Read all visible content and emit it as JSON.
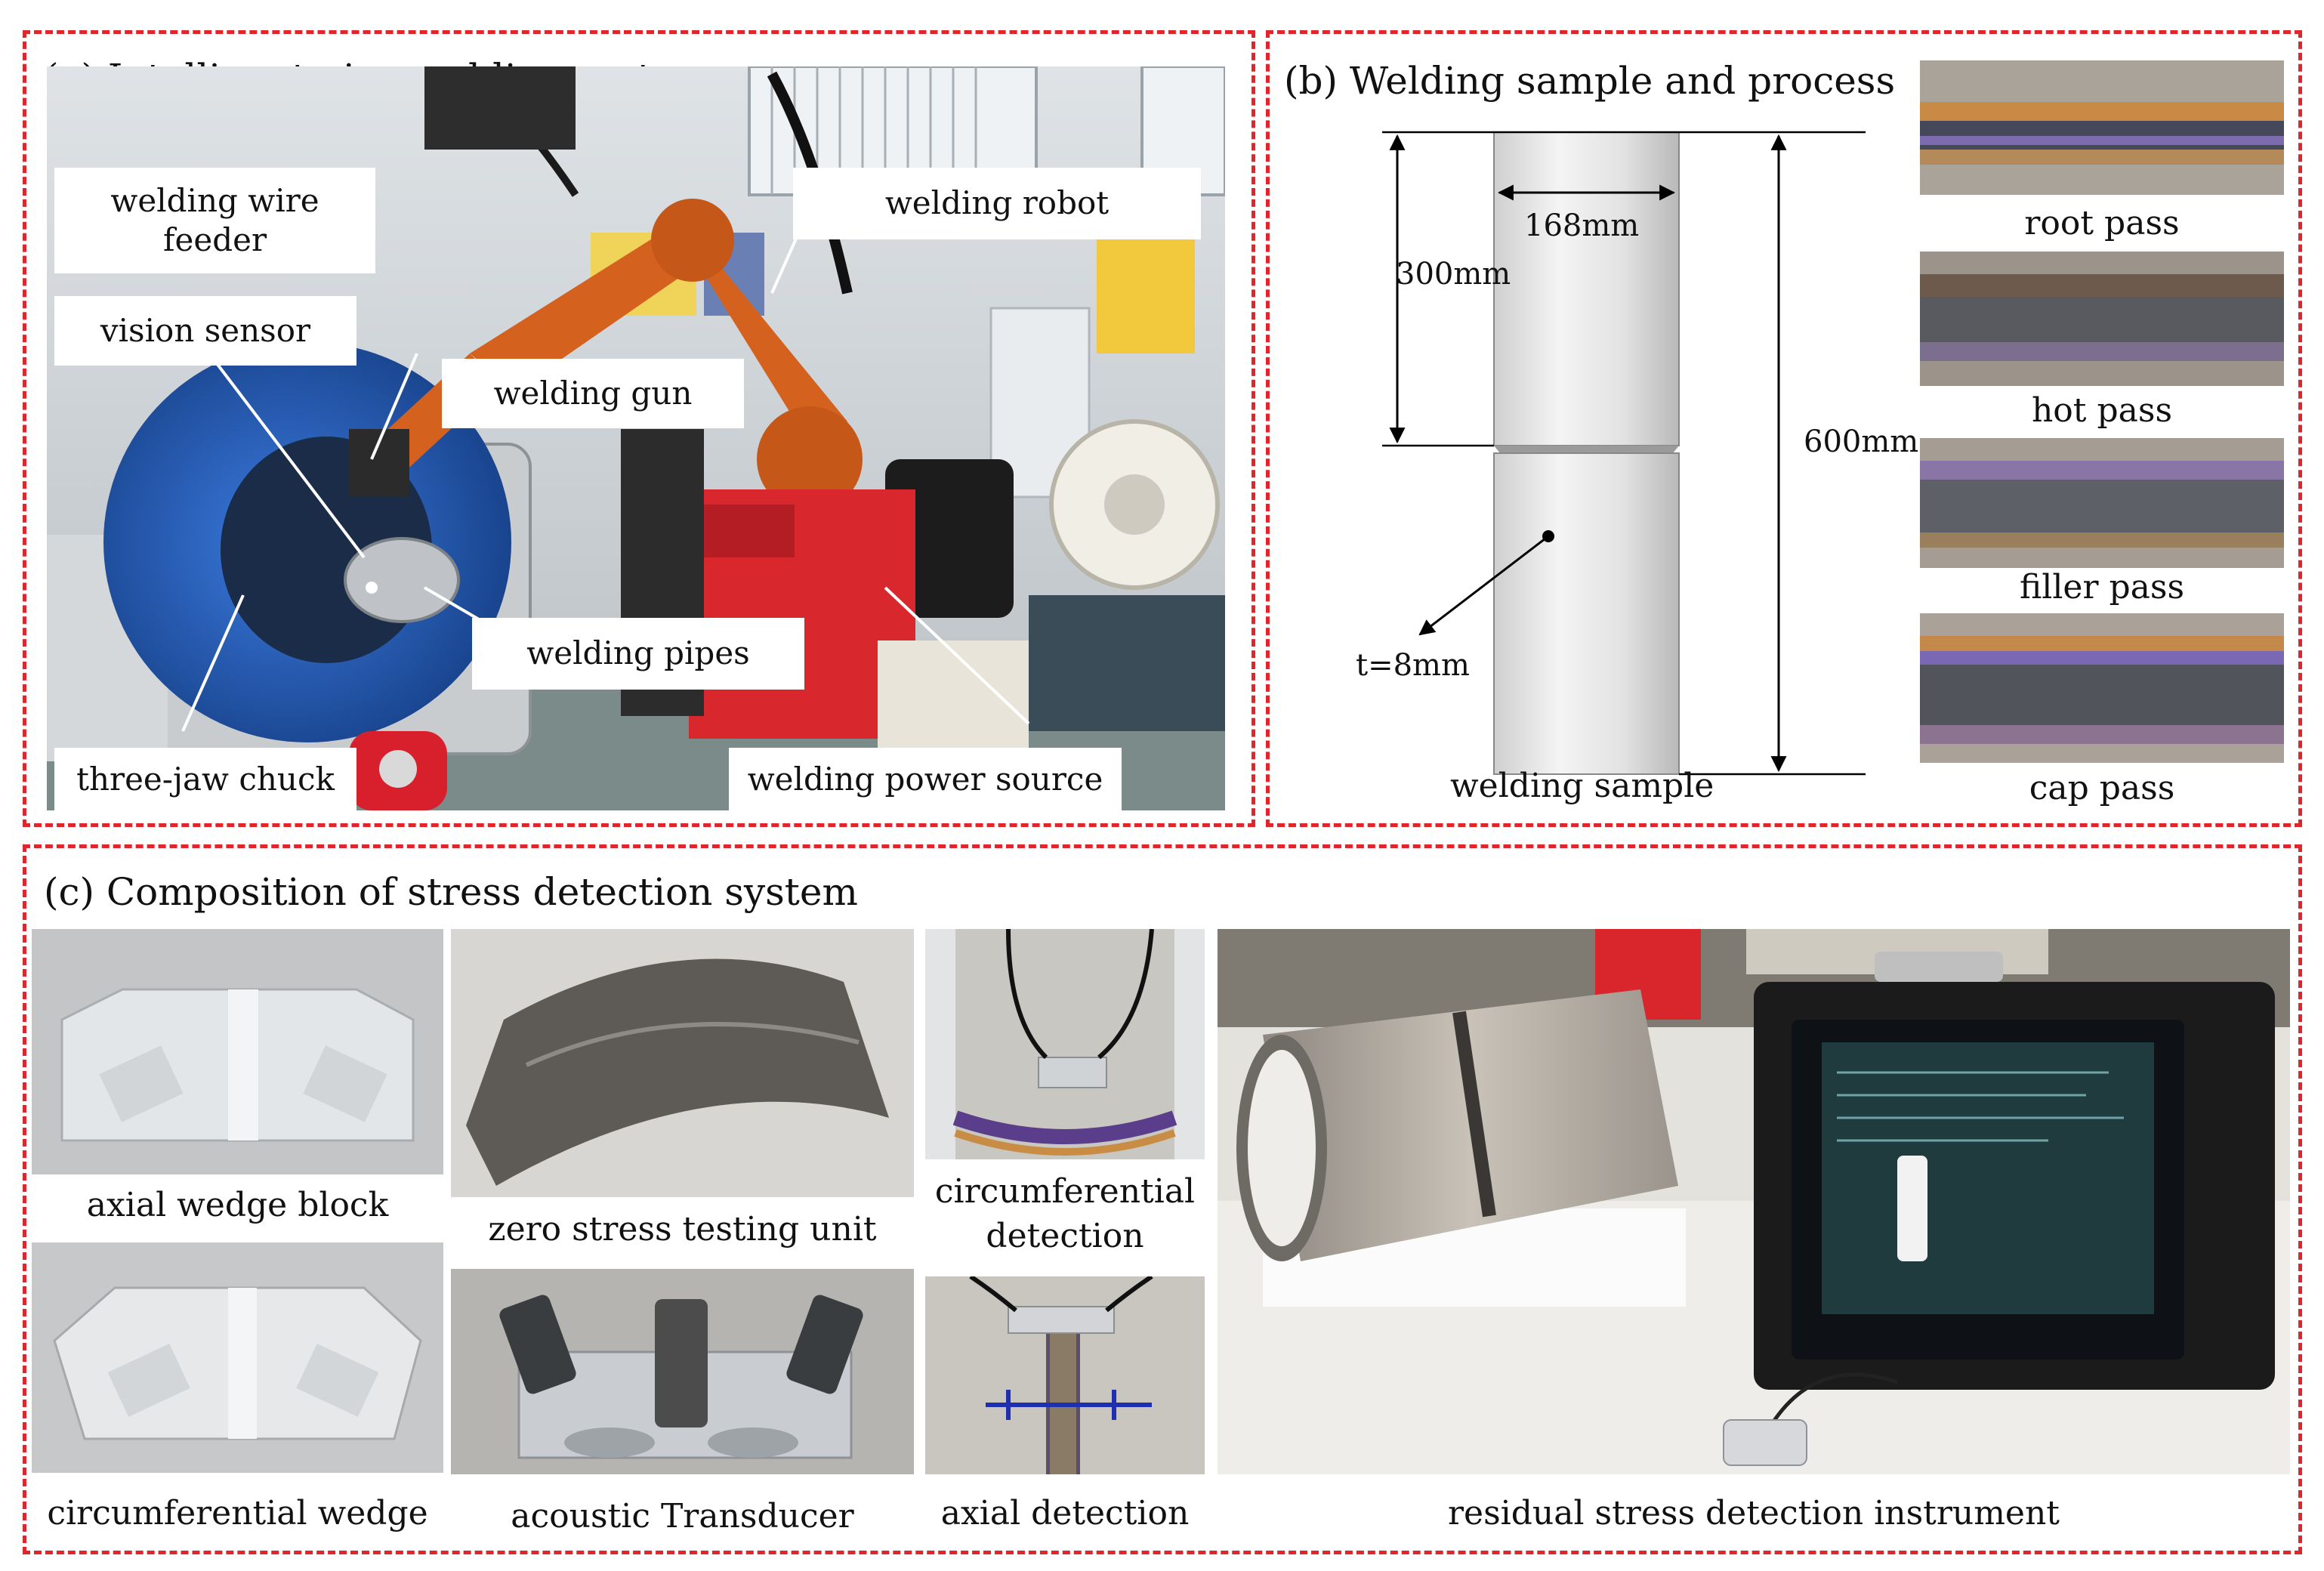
{
  "panel_a": {
    "title": "(a) Intelligent pipe welding system",
    "labels": {
      "wire_feeder": "welding wire feeder",
      "robot": "welding robot",
      "vision_sensor": "vision sensor",
      "gun": "welding gun",
      "pipes": "welding pipes",
      "chuck": "three-jaw chuck",
      "power_source": "welding power source"
    }
  },
  "panel_b": {
    "title": "(b) Welding sample and process",
    "dims": {
      "diameter": "168mm",
      "half_length": "300mm",
      "total_length": "600mm",
      "thickness": "t=8mm"
    },
    "sample_caption": "welding sample",
    "passes": [
      "root pass",
      "hot pass",
      "filler pass",
      "cap pass"
    ]
  },
  "panel_c": {
    "title": "(c) Composition of stress detection system",
    "captions": {
      "axial_wedge": "axial wedge block",
      "zero_stress": "zero stress testing unit",
      "circ_detection": "circumferential detection",
      "circ_wedge": "circumferential wedge",
      "transducer": "acoustic Transducer",
      "axial_detection": "axial detection",
      "instrument": "residual stress detection instrument"
    }
  },
  "colors": {
    "border": "#e0262b",
    "robot_orange": "#d4621e",
    "chuck_blue": "#1f5fb8"
  }
}
